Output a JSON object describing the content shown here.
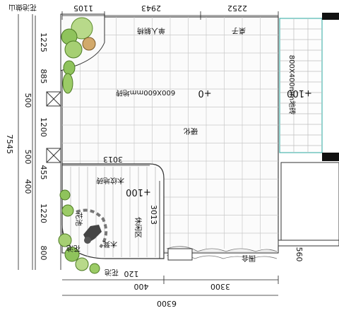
{
  "top_dims": {
    "d1105": "1105",
    "d2943": "2943",
    "d2252": "2252"
  },
  "corner_label": "花池做山",
  "left_dims": {
    "d1225": "1225",
    "d885": "885",
    "d500a": "500",
    "d1200": "1200",
    "d500b": "500",
    "d455": "455",
    "d400": "400",
    "d1220": "1220",
    "d800": "800",
    "d7545": "7545"
  },
  "bottom_dims": {
    "d400": "400",
    "d120": "120",
    "d3300": "3300",
    "d6300": "6300",
    "d560": "560"
  },
  "inner_dims": {
    "d3013_h": "3013",
    "d3013_v": "3013"
  },
  "labels": {
    "sun_lounger": "单人躺椅",
    "table_chairs": "桌子",
    "tile_main": "600X600mm地砖",
    "tile_side": "800X400mm地砖",
    "elev_0": "+0",
    "elev_100_right": "+100",
    "elev_100_wood": "+100",
    "hardening": "硬化",
    "wood_floor": "木纹地砖",
    "leisure": "休闲区",
    "flower_bed_1": "花池",
    "flower_bed_2": "花池",
    "flower_bed_3": "花池",
    "wood_chair": "木凳",
    "fence": "围合"
  }
}
